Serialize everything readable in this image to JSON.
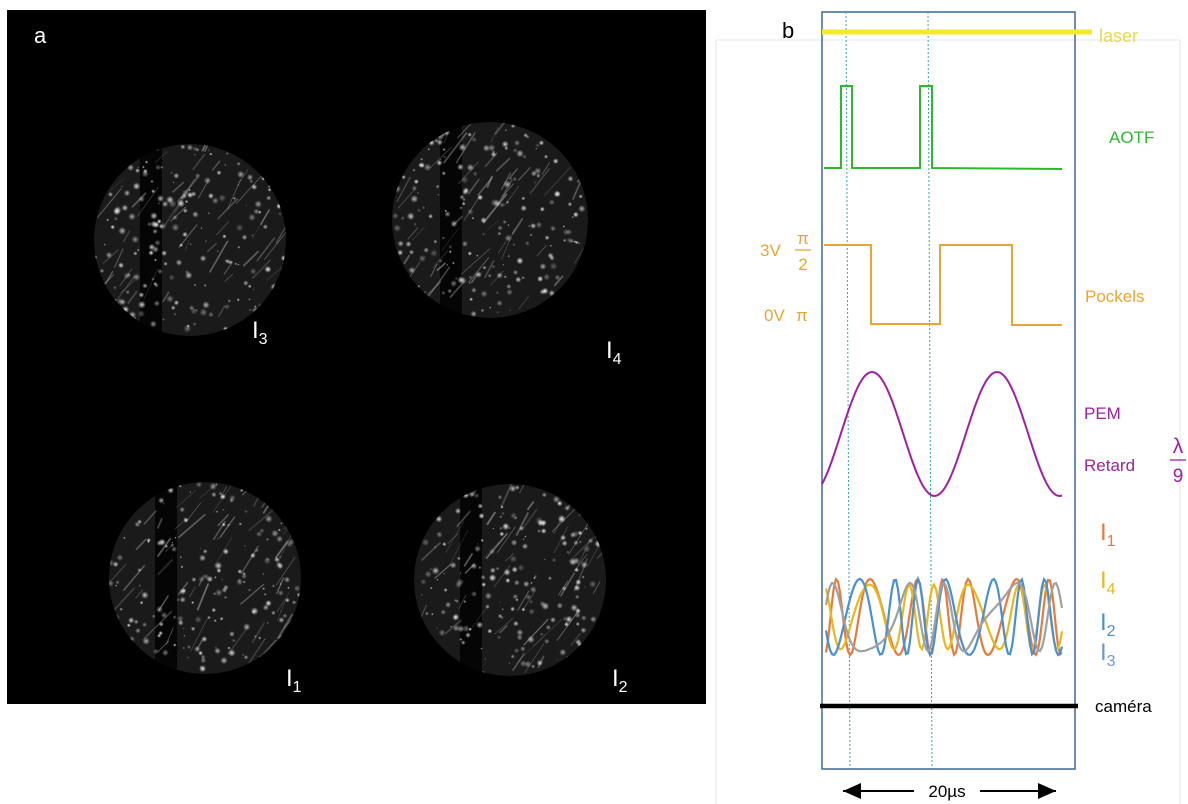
{
  "panel_a": {
    "label": "a",
    "images": [
      {
        "name": "I3",
        "label_main": "I",
        "label_sub": "3"
      },
      {
        "name": "I4",
        "label_main": "I",
        "label_sub": "4"
      },
      {
        "name": "I1",
        "label_main": "I",
        "label_sub": "1"
      },
      {
        "name": "I2",
        "label_main": "I",
        "label_sub": "2"
      }
    ]
  },
  "panel_b": {
    "label": "b",
    "signals": {
      "laser": {
        "label": "laser",
        "color": "#f3ea2a"
      },
      "aotf": {
        "label": "AOTF",
        "color": "#2eb82e"
      },
      "pockels": {
        "label": "Pockels",
        "color": "#e8a534",
        "high_voltage": "3V",
        "high_phase_num": "π",
        "high_phase_den": "2",
        "low_voltage": "0V",
        "low_phase": "π"
      },
      "pem": {
        "label_1": "PEM",
        "label_2": "Retard",
        "frac_num": "λ",
        "frac_den": "9",
        "color": "#a020a0"
      },
      "intensities": [
        {
          "label_main": "I",
          "label_sub": "1",
          "color": "#e87a3c"
        },
        {
          "label_main": "I",
          "label_sub": "4",
          "color": "#e8b81c"
        },
        {
          "label_main": "I",
          "label_sub": "2",
          "color": "#4a90d0"
        },
        {
          "label_main": "I",
          "label_sub": "3",
          "color": "#6a9ad0"
        }
      ],
      "grey_trace_color": "#a0a0a0",
      "camera": {
        "label": "caméra",
        "color": "#000000"
      }
    },
    "time_span": "20µs",
    "frame_color": "#4a6f9a",
    "marker_color": "#3aa3a3"
  }
}
